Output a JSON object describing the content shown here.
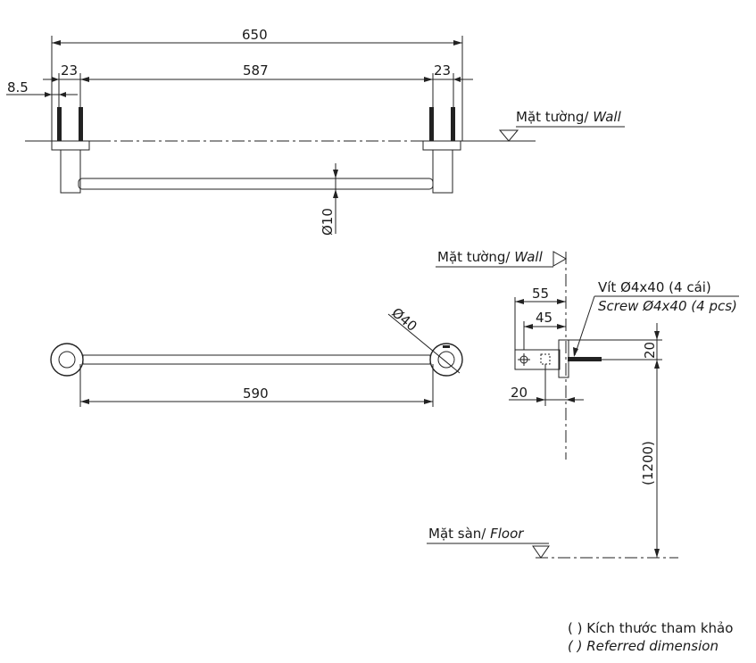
{
  "top_view": {
    "dim_total": "650",
    "dim_left_offset": "8.5",
    "dim_left_spacing": "23",
    "dim_center": "587",
    "dim_right_spacing": "23",
    "dim_bar_diameter": "Ø10",
    "wall_label_vi": "Mặt tường/",
    "wall_label_en": "Wall"
  },
  "front_view": {
    "dim_bar_length": "590",
    "dim_flange_diameter": "Ø40"
  },
  "side_view": {
    "wall_label_vi": "Mặt tường/",
    "wall_label_en": "Wall",
    "dim_depth": "55",
    "dim_depth_inner": "45",
    "dim_screw_offset": "20",
    "dim_height_offset": "20",
    "dim_mount_height": "(1200)",
    "screw_label_vi": "Vít Ø4x40 (4 cái)",
    "screw_label_en": "Screw Ø4x40 (4 pcs)",
    "floor_label_vi": "Mặt sàn/",
    "floor_label_en": "Floor"
  },
  "notes": {
    "reference_vi": "( ) Kích thước tham khảo",
    "reference_en": "( ) Referred dimension"
  }
}
